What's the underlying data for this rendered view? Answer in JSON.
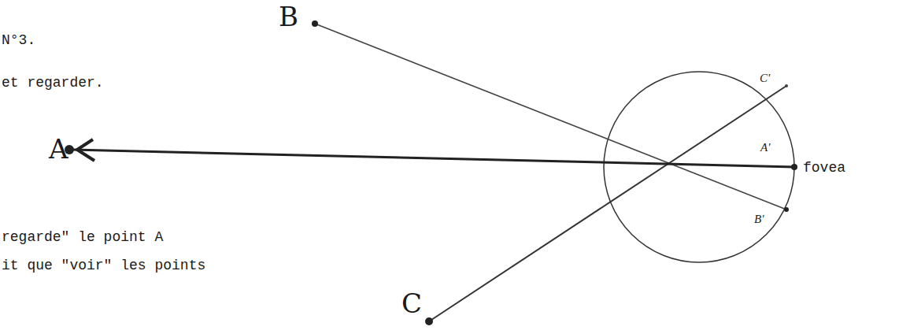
{
  "diagram": {
    "labels": [
      "N°3.",
      "et regarder.",
      "regarde\" le point A",
      "it que \"voir\" les points",
      "A",
      "B",
      "C",
      "C'",
      "A'",
      "B'",
      "fovea"
    ]
  }
}
